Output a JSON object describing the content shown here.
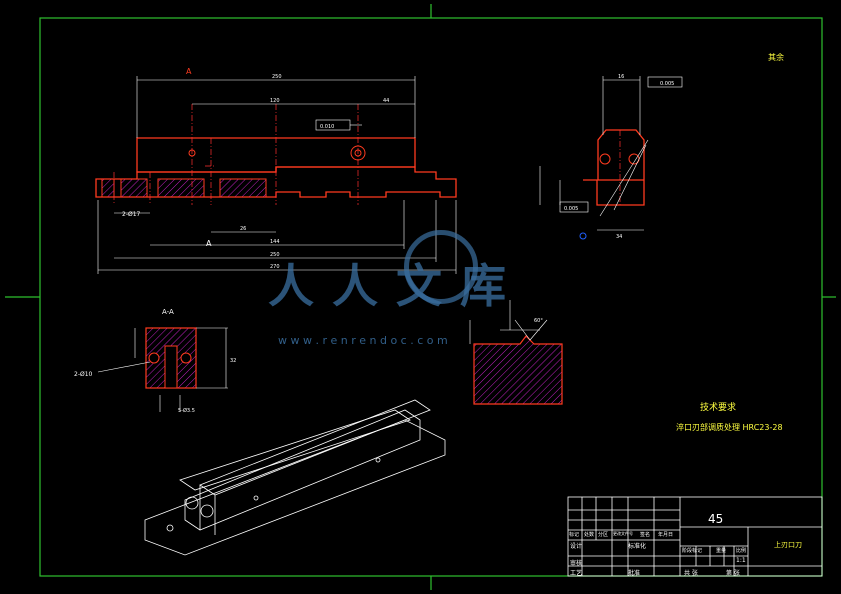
{
  "drawing": {
    "section_label": "A-A",
    "view_marker_top": "A",
    "view_marker_bottom": "A",
    "roughness_label": "其余",
    "hole_note_1": "2-Ø17",
    "hole_note_2": "2-Ø10",
    "hole_note_3": "5-Ø3.5",
    "dims": {
      "top_overall": "250",
      "top_mid": "120",
      "top_right": "44",
      "bottom_1": "26",
      "bottom_2": "144",
      "bottom_3": "250",
      "bottom_4": "270",
      "side_top": "16",
      "side_width": "34",
      "section_h": "32",
      "angle": "60°"
    },
    "tolerance_box_1": "0.010",
    "tolerance_box_2": "0.005",
    "tolerance_box_3": "0.005"
  },
  "notes": {
    "heading": "技术要求",
    "line1": "淬口刃部调质处理 HRC23-28"
  },
  "title_block": {
    "material": "45",
    "part_name": "上刃口刀",
    "scale": "1:1",
    "row_labels": [
      "标记",
      "处数",
      "分区",
      "更改文件号",
      "签名",
      "年月日"
    ],
    "design": "设计",
    "standard": "标准化",
    "stage": "阶段标记",
    "weight": "重量",
    "ratio": "比例",
    "review": "审核",
    "process": "工艺",
    "approve": "批准",
    "sheets": "共 张",
    "sheet_no": "第 张"
  },
  "watermark": {
    "cn": "人人文库",
    "url": "w w w . r e n r e n d o c . c o m"
  },
  "colors": {
    "frame": "#2ec02e",
    "part": "#ff3b1f",
    "dim": "#ffffff",
    "hatch": "#c020c0",
    "center": "#ff3030",
    "note": "#ffff40",
    "cyan": "#20c0c0",
    "watermark": "#3a6fa0"
  }
}
